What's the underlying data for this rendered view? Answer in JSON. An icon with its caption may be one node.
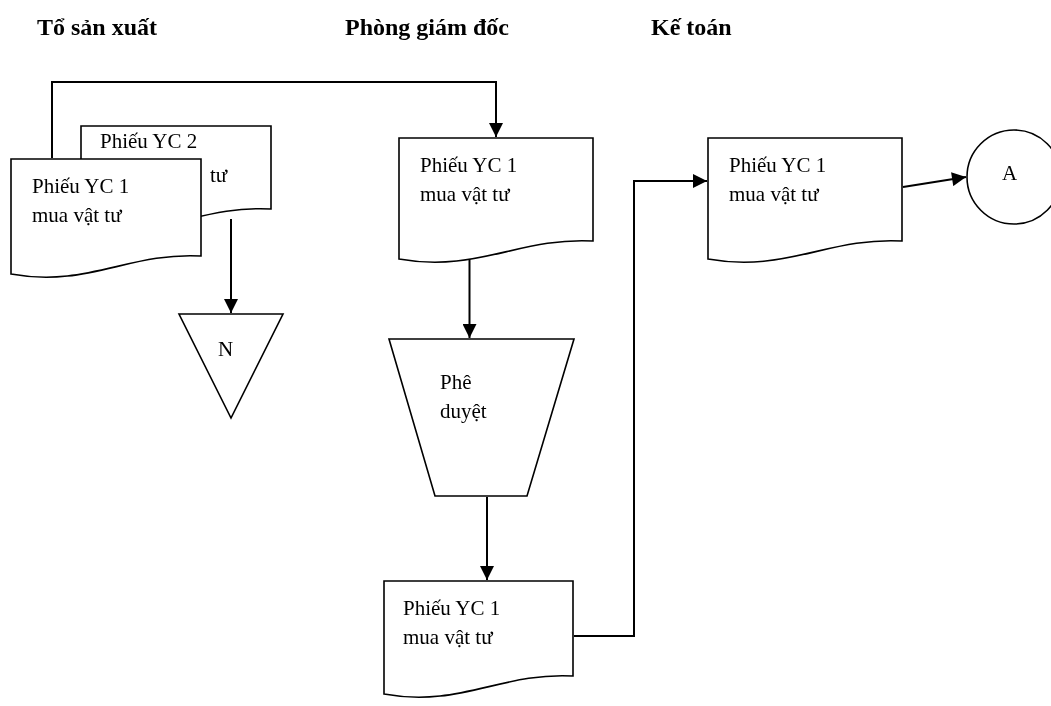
{
  "diagram": {
    "nodes": [
      {
        "text": [
          "Phiếu YC 2",
          "tư"
        ]
      },
      {
        "text": [
          "Phiếu YC 1 mua vật tư"
        ]
      },
      {
        "text": [
          "N"
        ]
      },
      {
        "text": [
          "Phiếu YC 1 mua vật tư"
        ]
      },
      {
        "text": [
          "Phê duyệt"
        ]
      },
      {
        "text": [
          "Phiếu YC 1 mua vật tư"
        ]
      },
      {
        "text": [
          "Phiếu YC 1 mua vật tư"
        ]
      },
      {
        "text": [
          "A"
        ]
      }
    ],
    "edges": [
      {
        "from": 1,
        "to": 3,
        "arrow": "to"
      },
      {
        "from": 0,
        "to": 2,
        "arrow": "to"
      },
      {
        "from": 3,
        "to": 4,
        "arrow": "to"
      },
      {
        "from": 4,
        "to": 5,
        "arrow": "to"
      },
      {
        "from": 5,
        "to": 6,
        "arrow": "to"
      },
      {
        "from": 6,
        "to": 7,
        "arrow": "to"
      }
    ],
    "labels": [
      "Tổ sản xuất",
      "Phòng giám đốc",
      "Kế toán"
    ]
  }
}
